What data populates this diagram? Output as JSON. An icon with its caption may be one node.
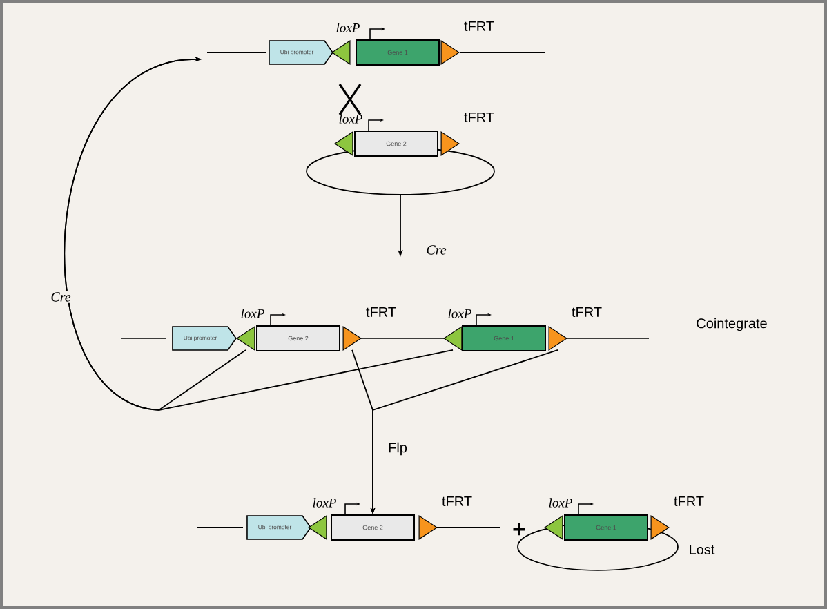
{
  "diagram": {
    "nodes": [
      {
        "text": [
          "Ubi promoter"
        ]
      },
      {
        "text": [
          "loxP"
        ]
      },
      {
        "text": [
          "Gene 1"
        ]
      },
      {
        "text": [
          "tFRT"
        ]
      },
      {
        "text": [
          "loxP"
        ]
      },
      {
        "text": [
          "Gene 2"
        ]
      },
      {
        "text": [
          "tFRT"
        ]
      },
      {
        "text": [],
        "shape": "circle"
      },
      {
        "text": [
          "Ubi promoter"
        ]
      },
      {
        "text": [
          "loxP"
        ]
      },
      {
        "text": [
          "Gene 2"
        ]
      },
      {
        "text": [
          "tFRT"
        ]
      },
      {
        "text": [
          "loxP"
        ]
      },
      {
        "text": [
          "Gene 1"
        ]
      },
      {
        "text": [
          "tFRT"
        ]
      },
      {
        "text": [
          "Ubi promoter"
        ]
      },
      {
        "text": [
          "loxP"
        ]
      },
      {
        "text": [
          "Gene 2"
        ]
      },
      {
        "text": [
          "tFRT"
        ]
      },
      {
        "text": [
          "loxP"
        ]
      },
      {
        "text": [
          "Gene 1"
        ]
      },
      {
        "text": [
          "tFRT"
        ]
      },
      {
        "text": [],
        "shape": "circle",
        "beside": [
          "Lost"
        ]
      }
    ],
    "edges": [
      {
        "from": 7,
        "to": null,
        "arrow": "to",
        "label": "Cre"
      },
      {
        "from": 9,
        "to": null,
        "arrow": "to",
        "label": "Cre"
      },
      {
        "from": 12,
        "to": null,
        "arrow": "to"
      },
      {
        "from": 11,
        "to": 17,
        "arrow": "to",
        "label": "Flp"
      },
      {
        "from": 14,
        "to": 17,
        "arrow": "to"
      }
    ],
    "labels": [
      "Cointegrate",
      "+"
    ]
  }
}
